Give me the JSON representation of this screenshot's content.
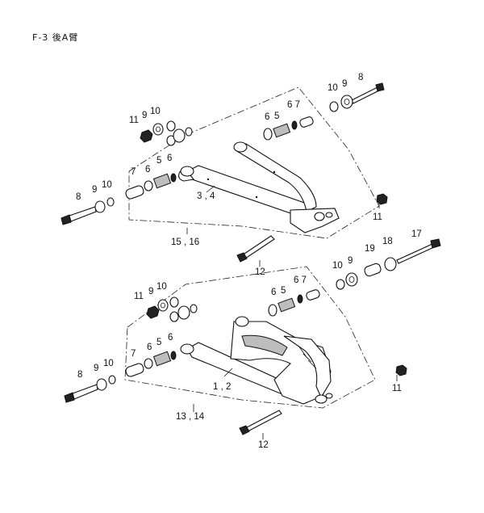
{
  "page": {
    "title": "F-3 後A臂"
  },
  "upper_assembly": {
    "labels": {
      "bolt_right": "8",
      "washer_right_1": "9",
      "washer_right_2": "10",
      "bushing_r_6": "6",
      "bushing_r_5": "5",
      "bushing_r_67": "6 7",
      "nut_left": "11",
      "washer_left_9": "9",
      "washer_left_10": "10",
      "sleeve_7": "7",
      "bushing_l_6a": "6",
      "bushing_l_5": "5",
      "bushing_l_6b": "6",
      "bolt_left": "8",
      "washer_l_9": "9",
      "washer_l_10": "10",
      "arm": "3 , 4",
      "nut_right": "11",
      "assembly": "15 , 16",
      "bolt_long": "12"
    }
  },
  "lower_assembly": {
    "labels": {
      "bolt_17": "17",
      "washer_18": "18",
      "collar_19": "19",
      "washer_r_9": "9",
      "washer_r_10": "10",
      "bushing_r_6": "6",
      "bushing_r_5": "5",
      "bushing_r_67": "6 7",
      "nut_left": "11",
      "washer_left_9": "9",
      "washer_left_10": "10",
      "sleeve_7": "7",
      "bushing_l_6a": "6",
      "bushing_l_5": "5",
      "bushing_l_6b": "6",
      "bolt_left": "8",
      "washer_l_9": "9",
      "washer_l_10": "10",
      "arm": "1 , 2",
      "nut_right": "11",
      "assembly": "13 , 14",
      "bolt_long": "12"
    }
  }
}
